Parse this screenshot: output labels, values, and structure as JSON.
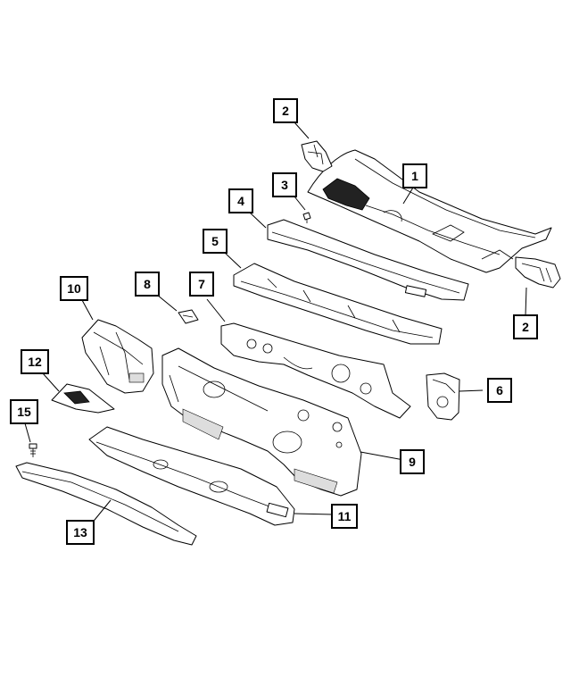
{
  "callouts": [
    {
      "id": "c1",
      "label": "1"
    },
    {
      "id": "c2a",
      "label": "2"
    },
    {
      "id": "c2b",
      "label": "2"
    },
    {
      "id": "c3",
      "label": "3"
    },
    {
      "id": "c4",
      "label": "4"
    },
    {
      "id": "c5",
      "label": "5"
    },
    {
      "id": "c6",
      "label": "6"
    },
    {
      "id": "c7",
      "label": "7"
    },
    {
      "id": "c8",
      "label": "8"
    },
    {
      "id": "c9",
      "label": "9"
    },
    {
      "id": "c10",
      "label": "10"
    },
    {
      "id": "c11",
      "label": "11"
    },
    {
      "id": "c12",
      "label": "12"
    },
    {
      "id": "c13",
      "label": "13"
    },
    {
      "id": "c15",
      "label": "15"
    }
  ]
}
